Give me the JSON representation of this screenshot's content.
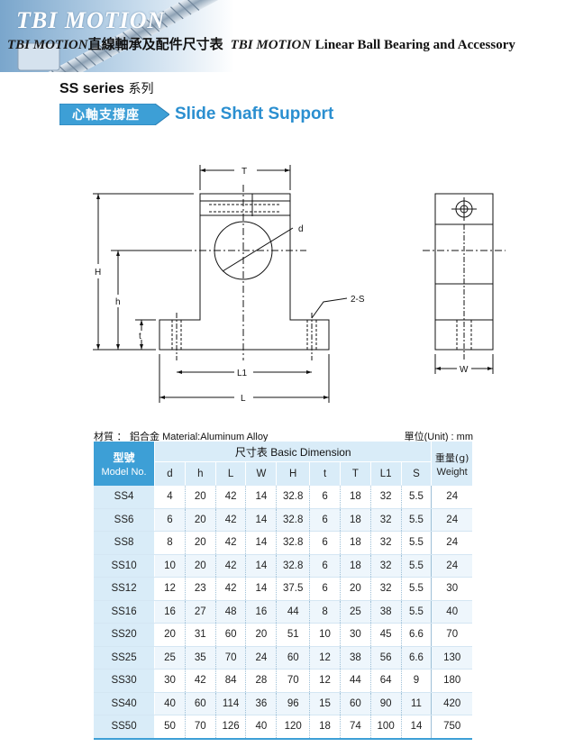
{
  "header": {
    "logo_text": "TBI MOTION",
    "brand": "TBI MOTION",
    "title_cn": "直線軸承及配件尺寸表",
    "title_en": "Linear Ball Bearing and Accessory"
  },
  "series": {
    "name": "SS series",
    "cn": "系列"
  },
  "product": {
    "label_cn": "心軸支撐座",
    "name_en": "Slide Shaft Support"
  },
  "drawing_labels": {
    "T": "T",
    "d": "d",
    "H": "H",
    "h": "h",
    "t": "t",
    "S": "2-S",
    "L1": "L1",
    "L": "L",
    "W": "W"
  },
  "material": {
    "label_cn": "材質 ： 鋁合金",
    "label_en": "Material:Aluminum Alloy"
  },
  "unit": {
    "label_cn": "單位",
    "label_en": "(Unit) : mm"
  },
  "table": {
    "model_header_cn": "型號",
    "model_header_en": "Model No.",
    "dim_header_cn": "尺寸表",
    "dim_header_en": "Basic Dimension",
    "weight_header_cn": "重量(g)",
    "weight_header_en": "Weight",
    "columns": [
      "d",
      "h",
      "L",
      "W",
      "H",
      "t",
      "T",
      "L1",
      "S"
    ],
    "rows": [
      {
        "model": "SS4",
        "vals": [
          "4",
          "20",
          "42",
          "14",
          "32.8",
          "6",
          "18",
          "32",
          "5.5"
        ],
        "weight": "24"
      },
      {
        "model": "SS6",
        "vals": [
          "6",
          "20",
          "42",
          "14",
          "32.8",
          "6",
          "18",
          "32",
          "5.5"
        ],
        "weight": "24"
      },
      {
        "model": "SS8",
        "vals": [
          "8",
          "20",
          "42",
          "14",
          "32.8",
          "6",
          "18",
          "32",
          "5.5"
        ],
        "weight": "24"
      },
      {
        "model": "SS10",
        "vals": [
          "10",
          "20",
          "42",
          "14",
          "32.8",
          "6",
          "18",
          "32",
          "5.5"
        ],
        "weight": "24"
      },
      {
        "model": "SS12",
        "vals": [
          "12",
          "23",
          "42",
          "14",
          "37.5",
          "6",
          "20",
          "32",
          "5.5"
        ],
        "weight": "30"
      },
      {
        "model": "SS16",
        "vals": [
          "16",
          "27",
          "48",
          "16",
          "44",
          "8",
          "25",
          "38",
          "5.5"
        ],
        "weight": "40"
      },
      {
        "model": "SS20",
        "vals": [
          "20",
          "31",
          "60",
          "20",
          "51",
          "10",
          "30",
          "45",
          "6.6"
        ],
        "weight": "70"
      },
      {
        "model": "SS25",
        "vals": [
          "25",
          "35",
          "70",
          "24",
          "60",
          "12",
          "38",
          "56",
          "6.6"
        ],
        "weight": "130"
      },
      {
        "model": "SS30",
        "vals": [
          "30",
          "42",
          "84",
          "28",
          "70",
          "12",
          "44",
          "64",
          "9"
        ],
        "weight": "180"
      },
      {
        "model": "SS40",
        "vals": [
          "40",
          "60",
          "114",
          "36",
          "96",
          "15",
          "60",
          "90",
          "11"
        ],
        "weight": "420"
      },
      {
        "model": "SS50",
        "vals": [
          "50",
          "70",
          "126",
          "40",
          "120",
          "18",
          "74",
          "100",
          "14"
        ],
        "weight": "750"
      }
    ]
  },
  "colors": {
    "accent": "#3d9fd6",
    "product_title": "#2b8fd0",
    "table_light": "#d9ecf8"
  }
}
